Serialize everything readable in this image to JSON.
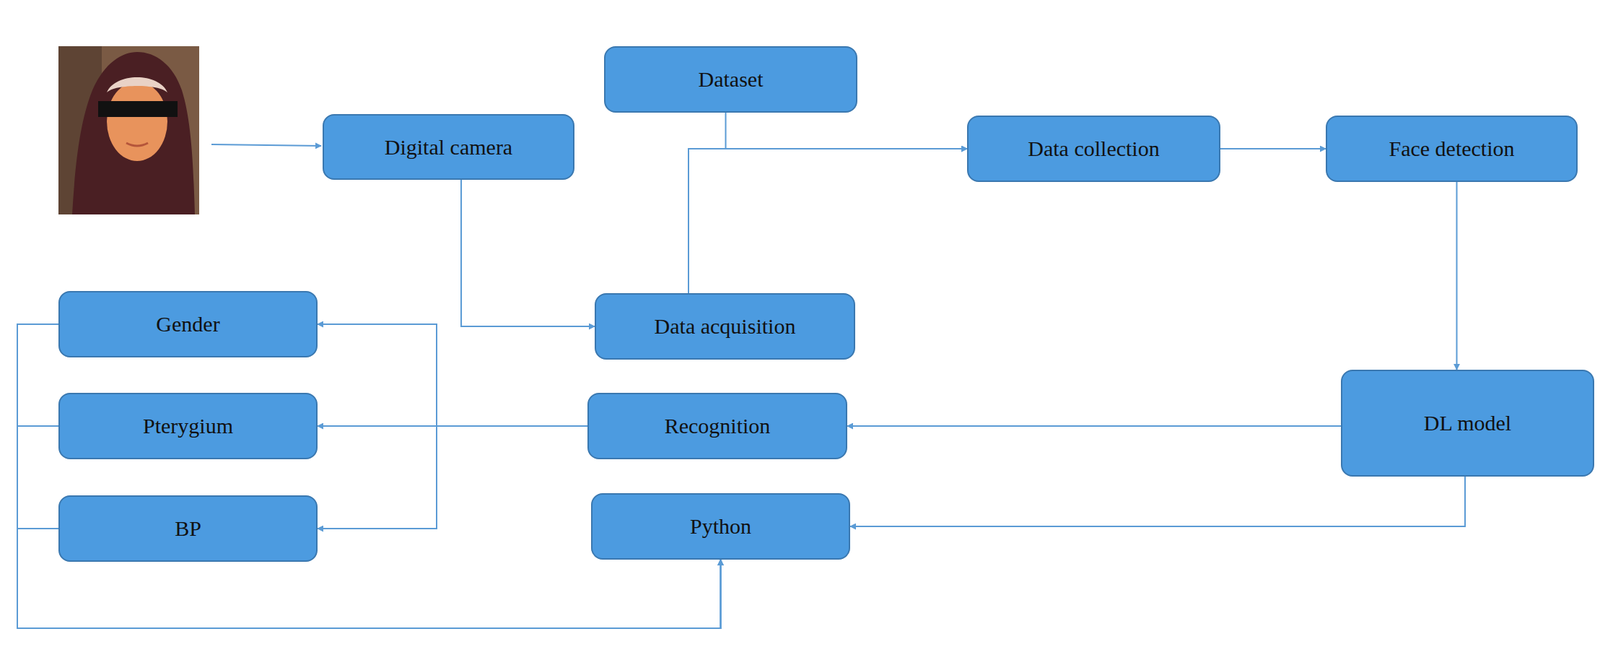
{
  "diagram": {
    "nodes": [
      {
        "text": [
          "Dataset"
        ]
      },
      {
        "text": [
          "Digital camera"
        ]
      },
      {
        "text": [
          "Data collection"
        ]
      },
      {
        "text": [
          "Face detection"
        ]
      },
      {
        "text": [
          "Gender"
        ]
      },
      {
        "text": [
          "Data acquisition"
        ]
      },
      {
        "text": [
          "DL model"
        ]
      },
      {
        "text": [
          "Pterygium"
        ]
      },
      {
        "text": [
          "Recognition"
        ]
      },
      {
        "text": [
          "BP"
        ]
      },
      {
        "text": [
          "Python"
        ]
      }
    ],
    "edges": [
      {
        "from": 1,
        "to": 5,
        "arrow": "to"
      },
      {
        "from": 5,
        "to": 2,
        "arrow": "to"
      },
      {
        "from": 0,
        "to": 2,
        "arrow": "to"
      },
      {
        "from": 2,
        "to": 3,
        "arrow": "to"
      },
      {
        "from": 3,
        "to": 6,
        "arrow": "to"
      },
      {
        "from": 6,
        "to": 8,
        "arrow": "to"
      },
      {
        "from": 6,
        "to": 10,
        "arrow": "to"
      },
      {
        "from": 8,
        "to": 7,
        "arrow": "to"
      },
      {
        "from": 8,
        "to": 4,
        "arrow": "to"
      },
      {
        "from": 8,
        "to": 9,
        "arrow": "to"
      },
      {
        "from": 4,
        "to": 10,
        "arrow": "to"
      },
      {
        "from": 7,
        "to": 10,
        "arrow": "to"
      },
      {
        "from": 9,
        "to": 10,
        "arrow": "to"
      }
    ]
  }
}
